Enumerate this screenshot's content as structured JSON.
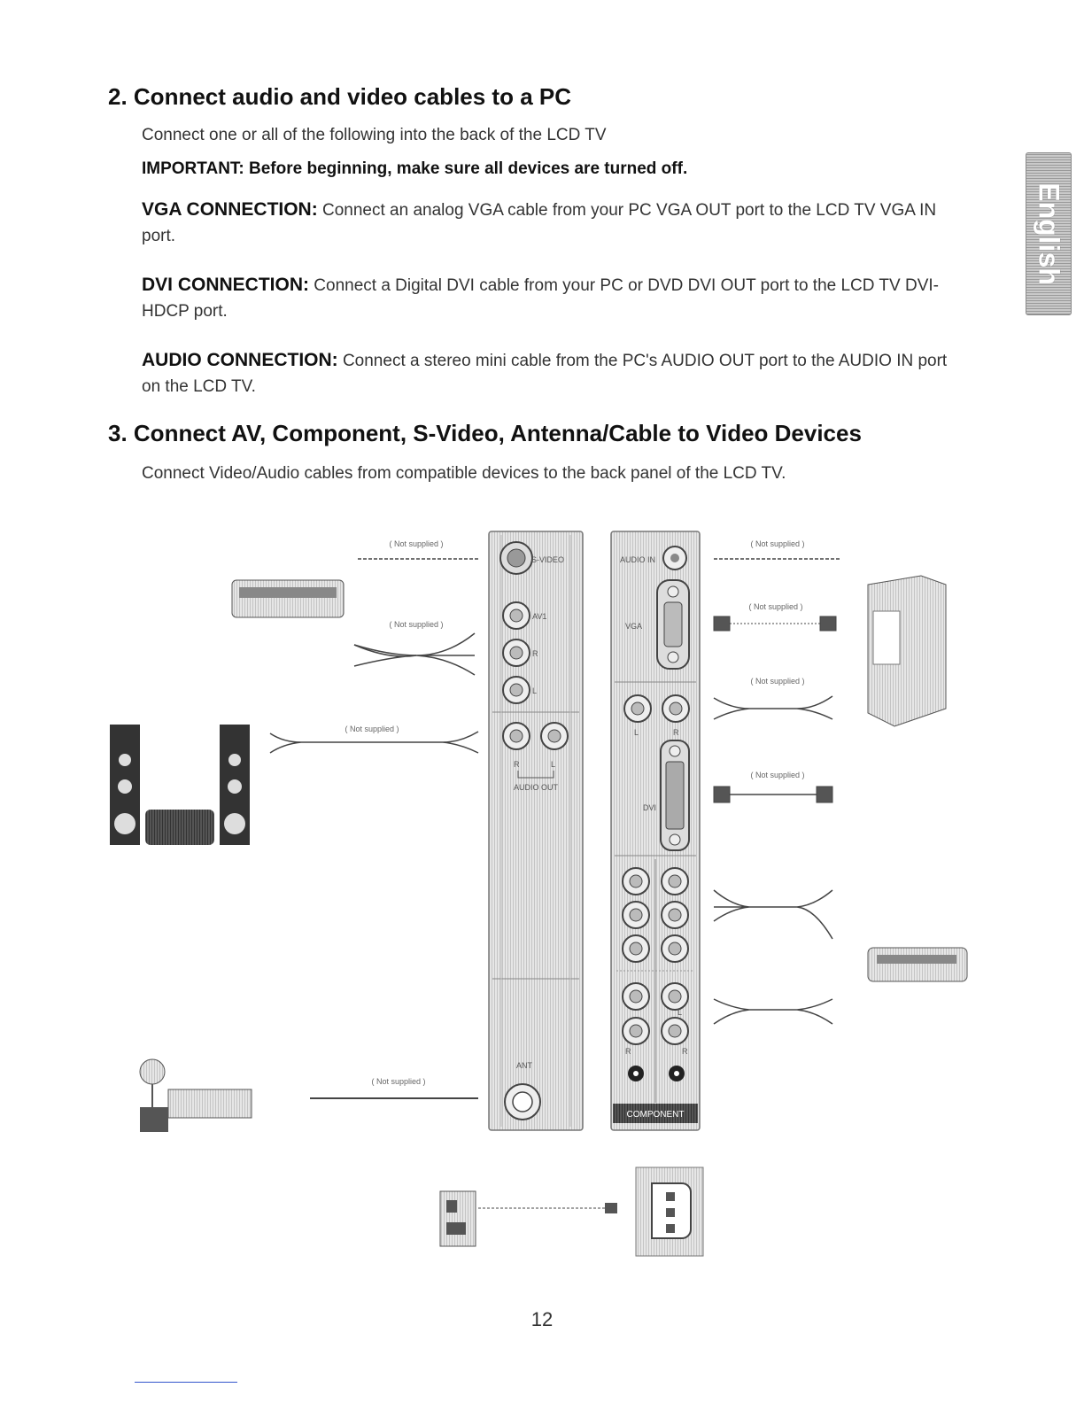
{
  "section2": {
    "heading": "2. Connect audio and video cables to a PC",
    "intro": "Connect one or all of the following into the back of the LCD TV",
    "important": "IMPORTANT: Before beginning, make sure all devices are turned off.",
    "vga": {
      "lead": "VGA CONNECTION:",
      "text": " Connect an analog VGA cable from your PC VGA OUT port to the LCD TV VGA IN port."
    },
    "dvi": {
      "lead": "DVI CONNECTION:",
      "text": " Connect a Digital DVI cable from your PC or DVD DVI OUT port to the LCD TV DVI-HDCP port."
    },
    "audio": {
      "lead": "AUDIO CONNECTION:",
      "text": " Connect a stereo mini cable from the PC's AUDIO OUT port to the AUDIO IN port on the LCD TV."
    }
  },
  "section3": {
    "heading": "3. Connect AV, Component, S-Video, Antenna/Cable to Video Devices",
    "intro": "Connect Video/Audio cables from compatible devices to the back panel of the LCD TV."
  },
  "side_tab": {
    "label": "English"
  },
  "diagram": {
    "not_supplied": "( Not supplied )",
    "port_labels": {
      "s_video": "S-VIDEO",
      "av1": "AV1",
      "r": "R",
      "l": "L",
      "audio_out": "AUDIO OUT",
      "audio_in": "AUDIO IN",
      "vga": "VGA",
      "dvi": "DVI",
      "ant": "ANT",
      "component": "COMPONENT"
    }
  },
  "footer": {
    "page_number": "12"
  }
}
